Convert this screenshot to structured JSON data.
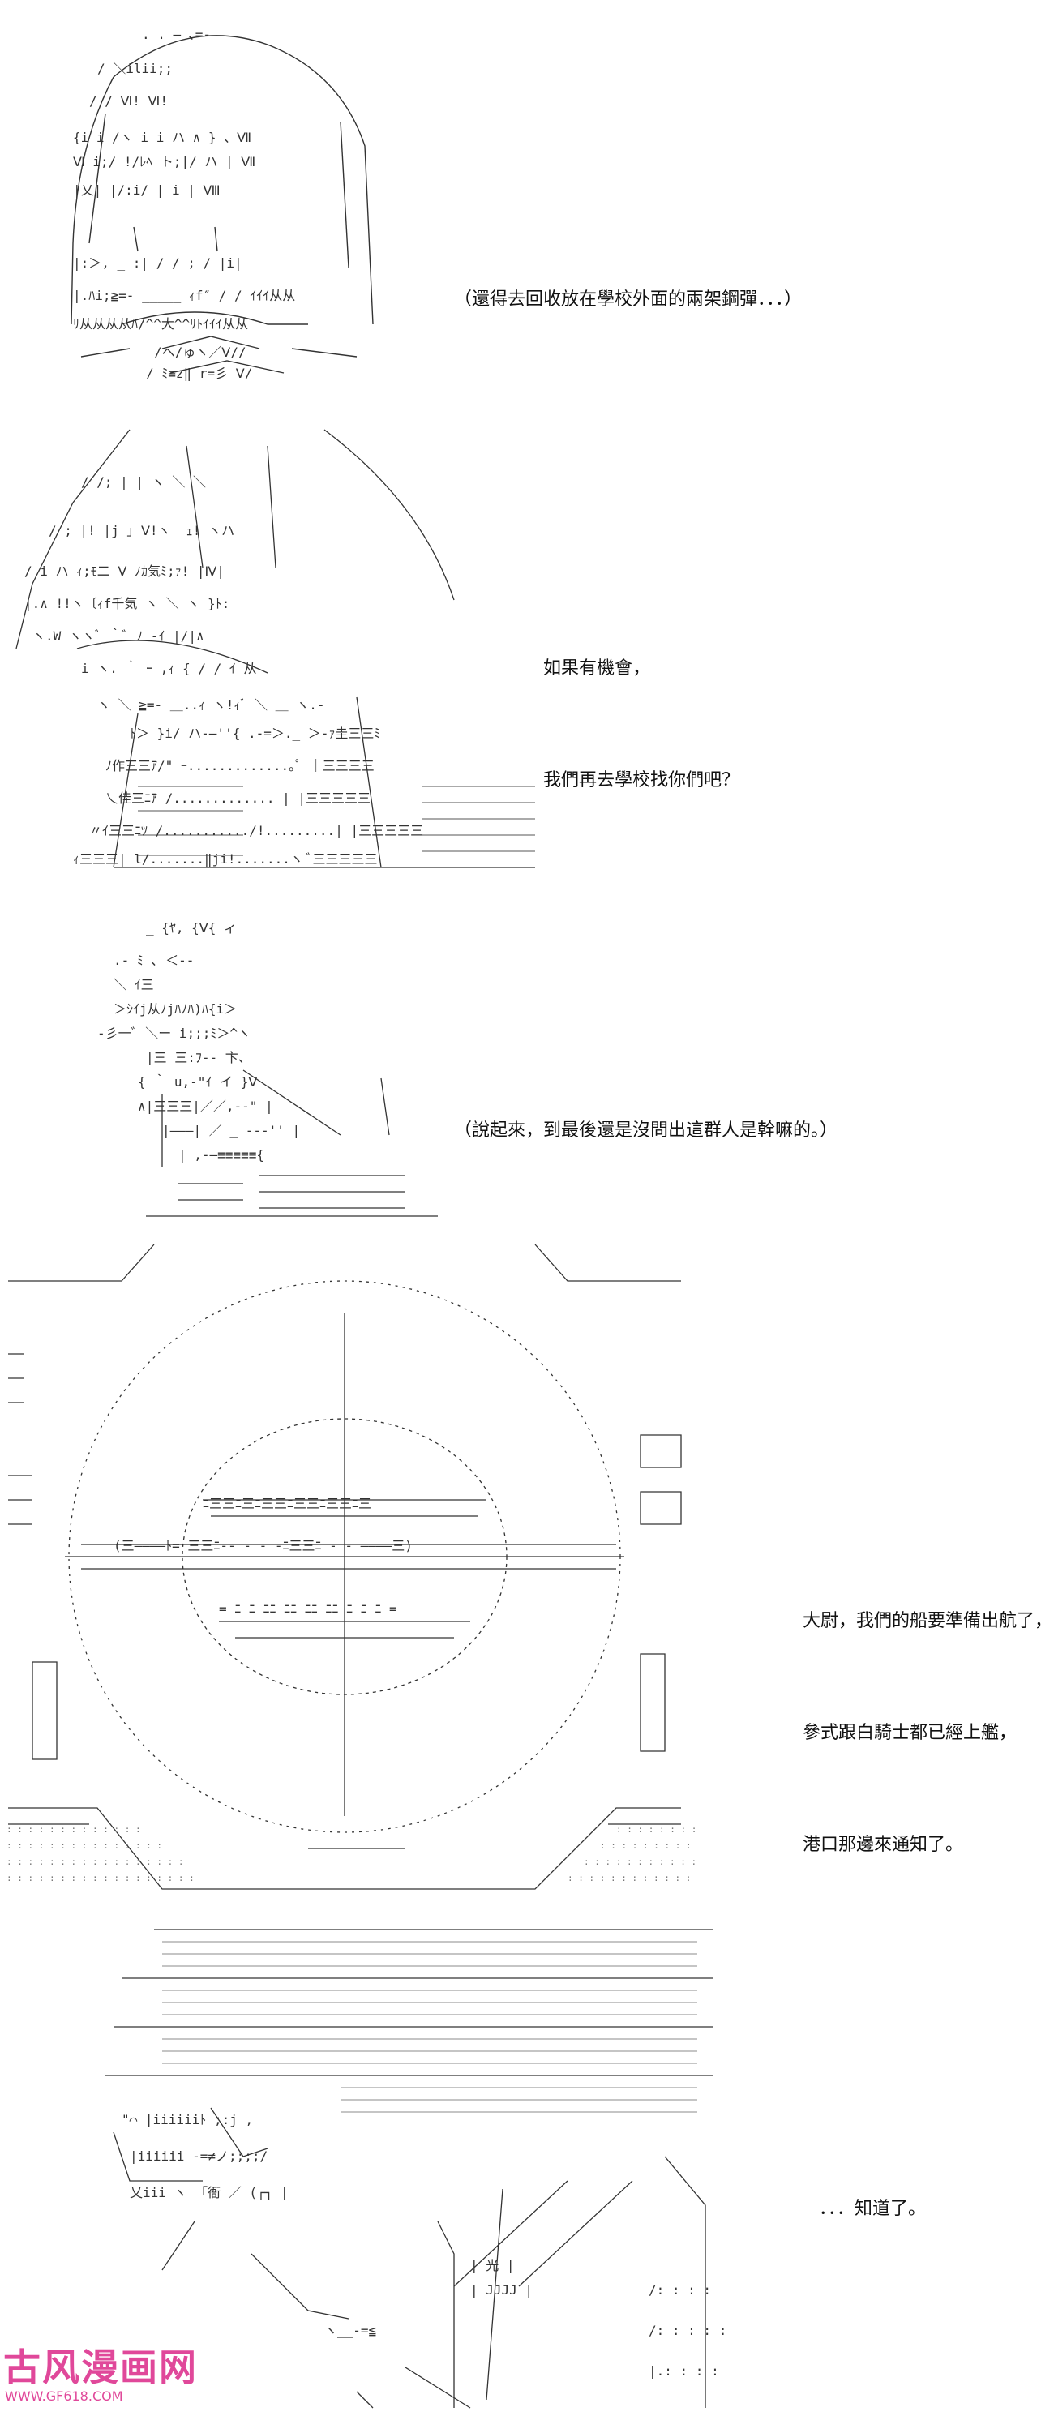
{
  "panels": [
    {
      "id": "panel-1",
      "dialog": [
        "（還得去回收放在學校外面的兩架鋼彈．．．）"
      ]
    },
    {
      "id": "panel-2",
      "dialog": [
        "如果有機會，",
        "我們再去學校找你們吧？"
      ]
    },
    {
      "id": "panel-3",
      "dialog": [
        "（說起來，到最後還是沒問出這群人是幹嘛的。）"
      ]
    },
    {
      "id": "panel-4",
      "dialog": [
        "大尉，我們的船要準備出航了，",
        "參式跟白騎士都已經上艦，",
        "港口那邊來通知了。"
      ]
    },
    {
      "id": "panel-5",
      "dialog": [
        "．．．知道了。"
      ]
    }
  ],
  "watermark": {
    "title": "古风漫画网",
    "url": "WWW.GF618.COM"
  },
  "colors": {
    "ink": "#333333",
    "watermark": "#e0489a"
  }
}
